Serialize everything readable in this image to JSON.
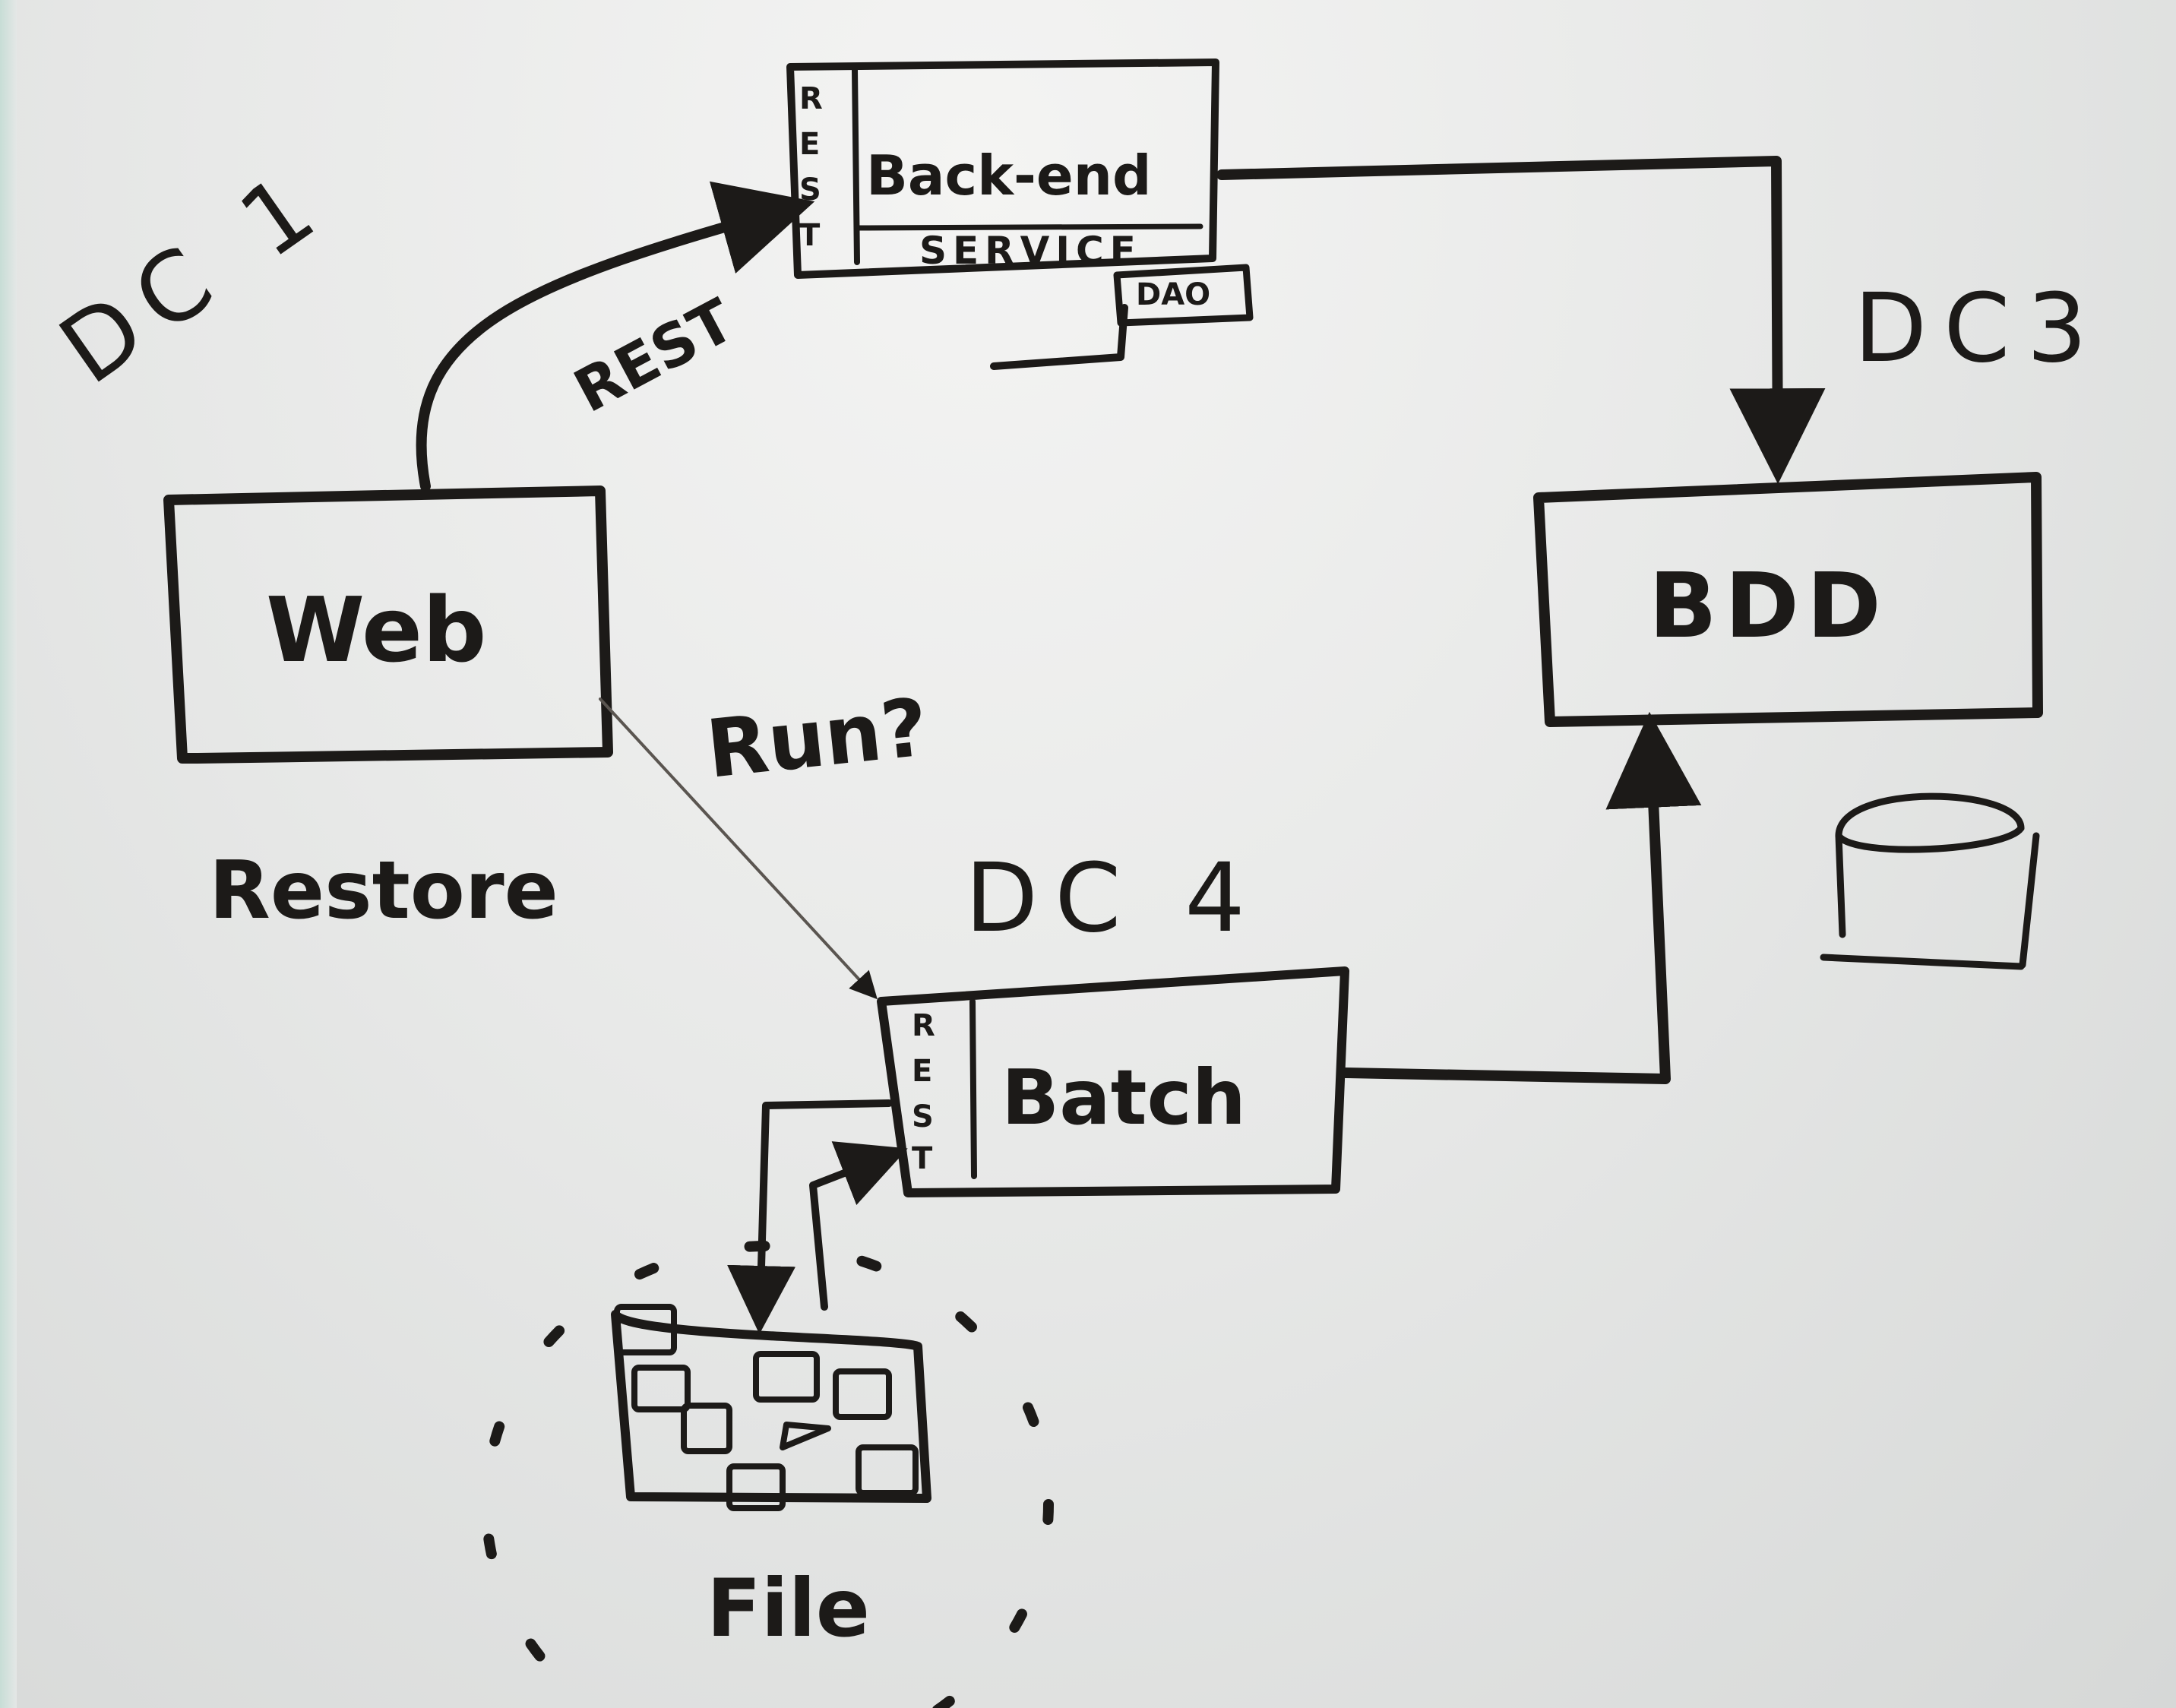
{
  "zones": {
    "dc1": "DC 1",
    "dc3": "DC3",
    "dc4": "DC 4"
  },
  "nodes": {
    "web": "Web",
    "backend": {
      "line1": "Back-end",
      "line2": "SERVICE",
      "rest_letters": [
        "R",
        "E",
        "S",
        "T"
      ],
      "dao": "DAO"
    },
    "bdd": "BDD",
    "batch": {
      "label": "Batch",
      "rest_letters": [
        "R",
        "E",
        "S",
        "T"
      ]
    },
    "file": "File"
  },
  "edges": {
    "web_to_backend": "REST",
    "web_to_batch": "Run?"
  },
  "notes": {
    "restore": "Restore"
  }
}
